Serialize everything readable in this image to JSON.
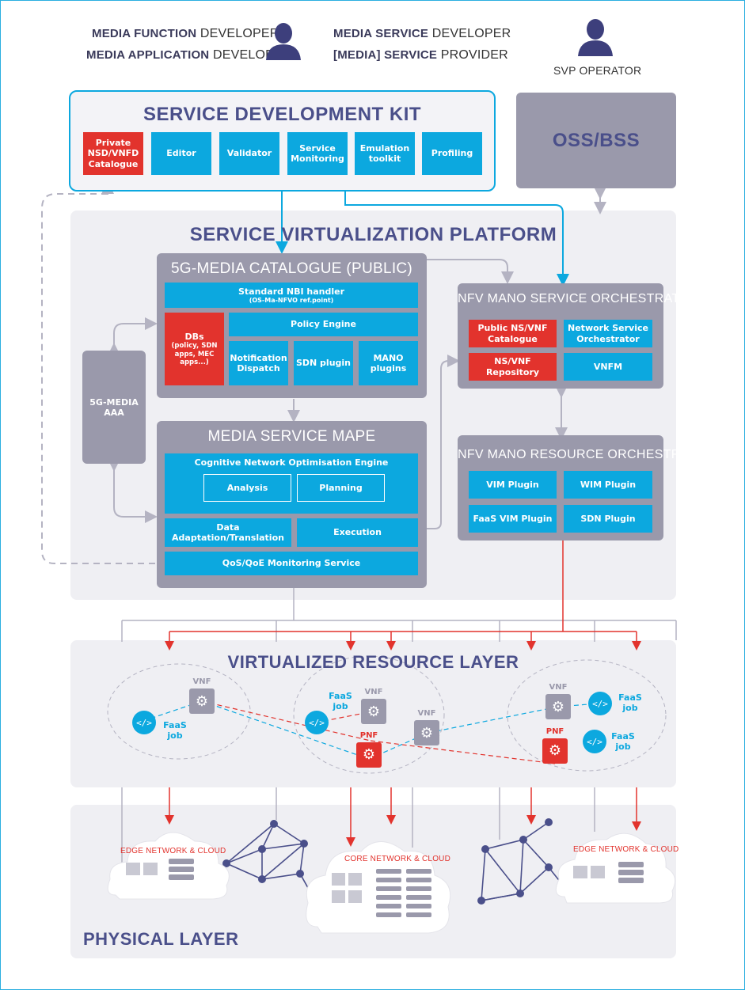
{
  "header": {
    "left_line1_bold": "MEDIA FUNCTION",
    "left_line1_rest": " DEVELOPER",
    "left_line2_bold": "MEDIA APPLICATION",
    "left_line2_rest": " DEVELOPER",
    "mid_line1_bold": "MEDIA SERVICE",
    "mid_line1_rest": " DEVELOPER",
    "mid_line2_bold": "[MEDIA] SERVICE",
    "mid_line2_rest": " PROVIDER",
    "right_label": "SVP OPERATOR"
  },
  "sdk": {
    "title": "SERVICE DEVELOPMENT KIT",
    "items": [
      "Private NSD/VNFD Catalogue",
      "Editor",
      "Validator",
      "Service Monitoring",
      "Emulation toolkit",
      "Profiling"
    ]
  },
  "oss": {
    "title": "OSS/BSS"
  },
  "svp": {
    "title": "SERVICE VIRTUALIZATION PLATFORM"
  },
  "catalogue": {
    "title": "5G-MEDIA CATALOGUE (PUBLIC)",
    "nbi_line1": "Standard NBI handler",
    "nbi_line2": "(OS-Ma-NFVO ref.point)",
    "dbs_title": "DBs",
    "dbs_sub": "(policy, SDN apps, MEC apps...)",
    "policy": "Policy Engine",
    "notification": "Notification Dispatch",
    "sdn": "SDN plugin",
    "mano": "MANO plugins"
  },
  "aaa": {
    "label": "5G-MEDIA AAA"
  },
  "mape": {
    "title": "MEDIA SERVICE MAPE",
    "cognitive": "Cognitive Network Optimisation Engine",
    "analysis": "Analysis",
    "planning": "Planning",
    "data_adapt": "Data Adaptation/Translation",
    "execution": "Execution",
    "qos": "QoS/QoE Monitoring Service"
  },
  "nfv_service": {
    "title": "NFV MANO SERVICE ORCHESTRATION",
    "public_catalogue": "Public NS/VNF Catalogue",
    "nso": "Network Service Orchestrator",
    "repository": "NS/VNF Repository",
    "vnfm": "VNFM"
  },
  "nfv_resource": {
    "title": "NFV MANO RESOURCE ORCHESTRATION",
    "vim": "VIM Plugin",
    "wim": "WIM Plugin",
    "faas_vim": "FaaS VIM Plugin",
    "sdn": "SDN Plugin"
  },
  "vrl": {
    "title": "VIRTUALIZED RESOURCE LAYER",
    "vnf": "VNF",
    "pnf": "PNF",
    "faas": "FaaS",
    "job": "job"
  },
  "physical": {
    "title": "PHYSICAL LAYER",
    "edge_left": "EDGE NETWORK & CLOUD",
    "core": "CORE NETWORK & CLOUD",
    "edge_right": "EDGE NETWORK & CLOUD"
  },
  "colors": {
    "blue": "#0ca8df",
    "red": "#e2332d",
    "grey": "#9a99ab",
    "navy": "#4a4f8a",
    "panel": "#efeff3"
  }
}
